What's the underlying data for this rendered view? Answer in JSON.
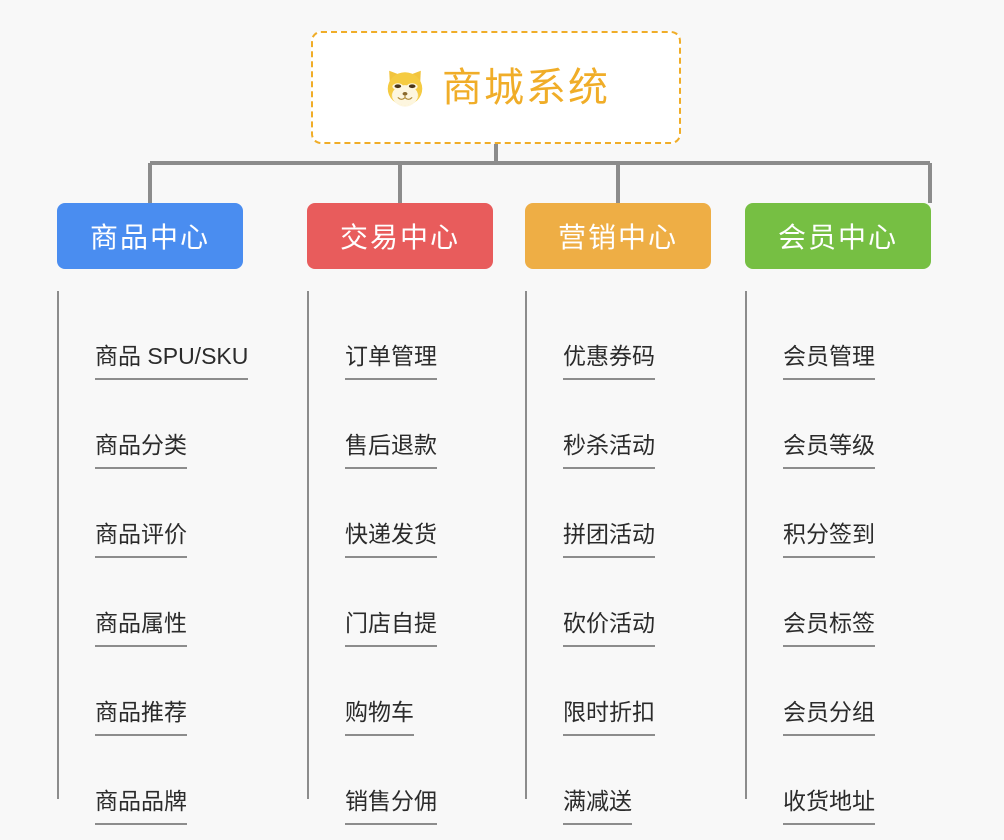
{
  "page": {
    "background_color": "#f8f8f8",
    "type": "mindmap"
  },
  "root": {
    "title": "商城系统",
    "icon": "shiba-dog-face-icon",
    "border_color": "#f0ad28",
    "text_color": "#f0ad28",
    "background_color": "#ffffff"
  },
  "connector": {
    "color": "#8c8c8c"
  },
  "branches": [
    {
      "label": "商品中心",
      "color": "#4a8df0",
      "items": [
        "商品 SPU/SKU",
        "商品分类",
        "商品评价",
        "商品属性",
        "商品推荐",
        "商品品牌"
      ]
    },
    {
      "label": "交易中心",
      "color": "#e85c5c",
      "items": [
        "订单管理",
        "售后退款",
        "快递发货",
        "门店自提",
        "购物车",
        "销售分佣"
      ]
    },
    {
      "label": "营销中心",
      "color": "#eeae45",
      "items": [
        "优惠券码",
        "秒杀活动",
        "拼团活动",
        "砍价活动",
        "限时折扣",
        "满减送"
      ]
    },
    {
      "label": "会员中心",
      "color": "#76bf43",
      "items": [
        "会员管理",
        "会员等级",
        "积分签到",
        "会员标签",
        "会员分组",
        "收货地址"
      ]
    }
  ]
}
